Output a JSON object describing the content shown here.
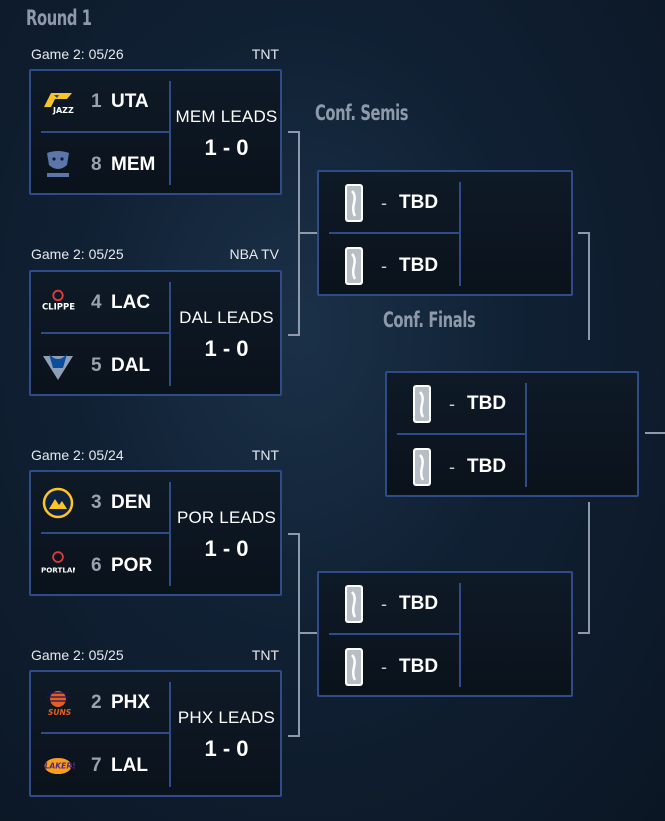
{
  "round_title": "Round 1",
  "conf_semis_title": "Conf. Semis",
  "conf_finals_title": "Conf. Finals",
  "series": [
    {
      "game_info": "Game 2: 05/26",
      "network": "TNT",
      "top": {
        "seed": "1",
        "abbr": "UTA",
        "logo": "jazz-logo"
      },
      "bottom": {
        "seed": "8",
        "abbr": "MEM",
        "logo": "grizzlies-logo"
      },
      "status": "MEM LEADS",
      "score": "1 - 0"
    },
    {
      "game_info": "Game 2: 05/25",
      "network": "NBA TV",
      "top": {
        "seed": "4",
        "abbr": "LAC",
        "logo": "clippers-logo",
        "logo_text": "CLIPPERS"
      },
      "bottom": {
        "seed": "5",
        "abbr": "DAL",
        "logo": "mavericks-logo"
      },
      "status": "DAL LEADS",
      "score": "1 - 0"
    },
    {
      "game_info": "Game 2: 05/24",
      "network": "TNT",
      "top": {
        "seed": "3",
        "abbr": "DEN",
        "logo": "nuggets-logo"
      },
      "bottom": {
        "seed": "6",
        "abbr": "POR",
        "logo": "blazers-logo",
        "logo_text": "PORTLAND"
      },
      "status": "POR LEADS",
      "score": "1 - 0"
    },
    {
      "game_info": "Game 2: 05/25",
      "network": "TNT",
      "top": {
        "seed": "2",
        "abbr": "PHX",
        "logo": "suns-logo",
        "logo_text": "SUNS"
      },
      "bottom": {
        "seed": "7",
        "abbr": "LAL",
        "logo": "lakers-logo",
        "logo_text": "LAKERS"
      },
      "status": "PHX LEADS",
      "score": "1 - 0"
    }
  ],
  "tbd_cards": [
    {
      "top": {
        "dash": "-",
        "label": "TBD",
        "logo": "nba-logo"
      },
      "bottom": {
        "dash": "-",
        "label": "TBD",
        "logo": "nba-logo"
      }
    },
    {
      "top": {
        "dash": "-",
        "label": "TBD",
        "logo": "nba-logo"
      },
      "bottom": {
        "dash": "-",
        "label": "TBD",
        "logo": "nba-logo"
      }
    },
    {
      "top": {
        "dash": "-",
        "label": "TBD",
        "logo": "nba-logo"
      },
      "bottom": {
        "dash": "-",
        "label": "TBD",
        "logo": "nba-logo"
      }
    }
  ],
  "colors": {
    "border": "#2f4c88",
    "connector": "#8e9aaa",
    "title_gray": "#8e9aaa"
  }
}
